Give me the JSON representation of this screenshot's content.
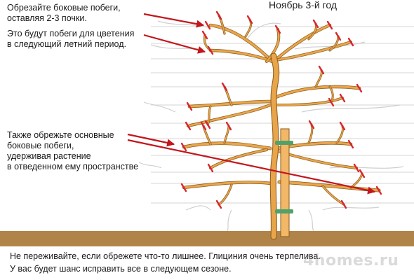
{
  "title": "Ноябрь 3-й год",
  "notes": {
    "top_1": [
      "Обрезайте боковые побеги,",
      "оставляя 2-3 почки."
    ],
    "top_2": [
      "Это будут побеги для цветения",
      "в следующий летний период."
    ],
    "middle": [
      "Также обрежьте основные",
      "боковые побеги,",
      "удерживая растение",
      "в отведенном ему пространстве"
    ],
    "bottom": [
      "Не переживайте, если обрежете что-то лишнее. Глициния очень терпелива.",
      "У вас будет шанс исправить все в следующем сезоне."
    ]
  },
  "watermark": "4homes.ru",
  "colors": {
    "wood": "#e8a54a",
    "wood_outline": "#8a5a1c",
    "cut_mark": "#d8262b",
    "arrow": "#c3161c",
    "stake": "#f2b868",
    "tie": "#4fa36a",
    "ground": "#b08448",
    "wire": "#d6d6d6"
  }
}
